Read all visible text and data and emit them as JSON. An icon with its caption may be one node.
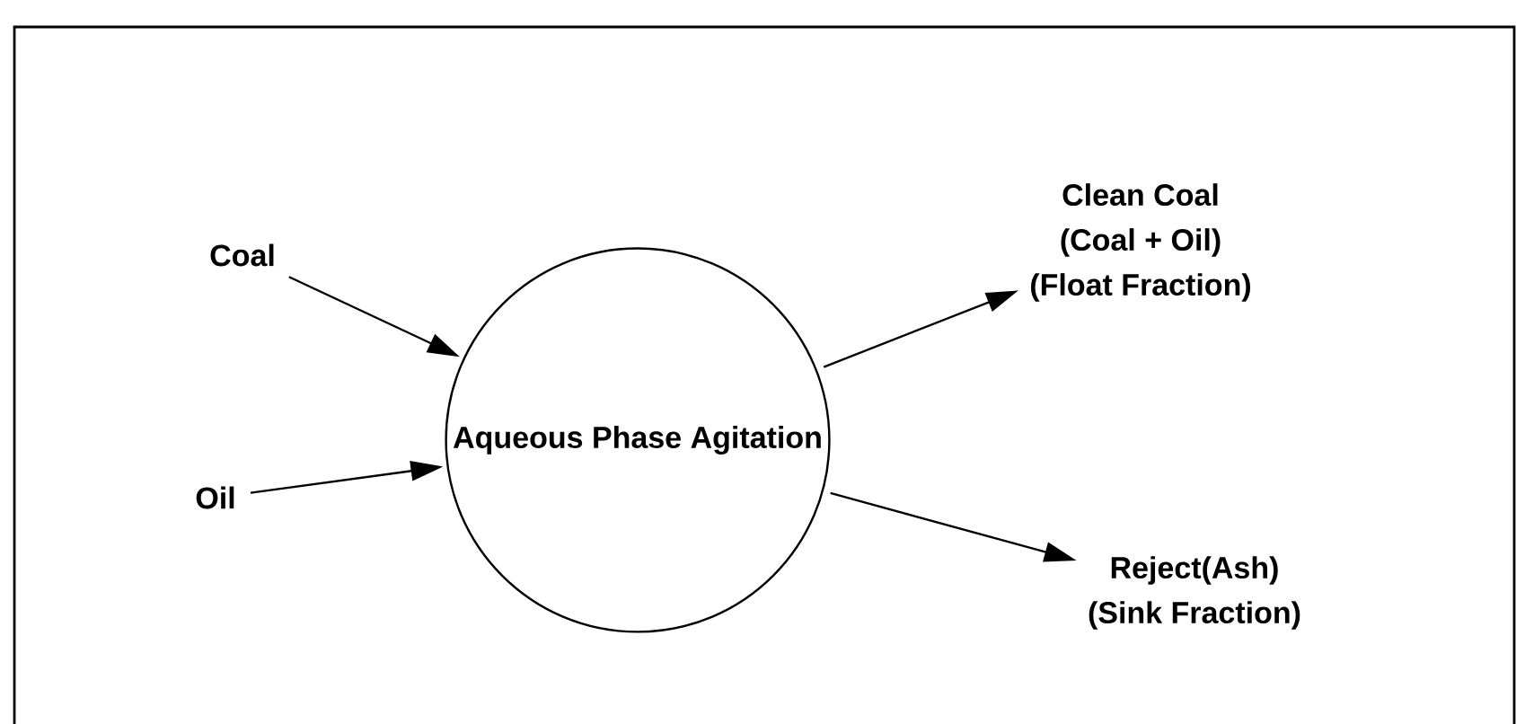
{
  "diagram": {
    "nodes": [
      {
        "text": [
          "Coal"
        ]
      },
      {
        "text": [
          "Oil"
        ]
      },
      {
        "text": [
          "Aqueous Phase Agitation"
        ]
      },
      {
        "text": [
          "Clean Coal",
          "(Coal + Oil)",
          "(Float Fraction)"
        ]
      },
      {
        "text": [
          "Reject(Ash)",
          "(Sink Fraction)"
        ]
      }
    ],
    "edges": [
      {
        "from": 0,
        "to": 2,
        "arrow": "to"
      },
      {
        "from": 1,
        "to": 2,
        "arrow": "to"
      },
      {
        "from": 2,
        "to": 3,
        "arrow": "to"
      },
      {
        "from": 2,
        "to": 4,
        "arrow": "to"
      }
    ]
  }
}
